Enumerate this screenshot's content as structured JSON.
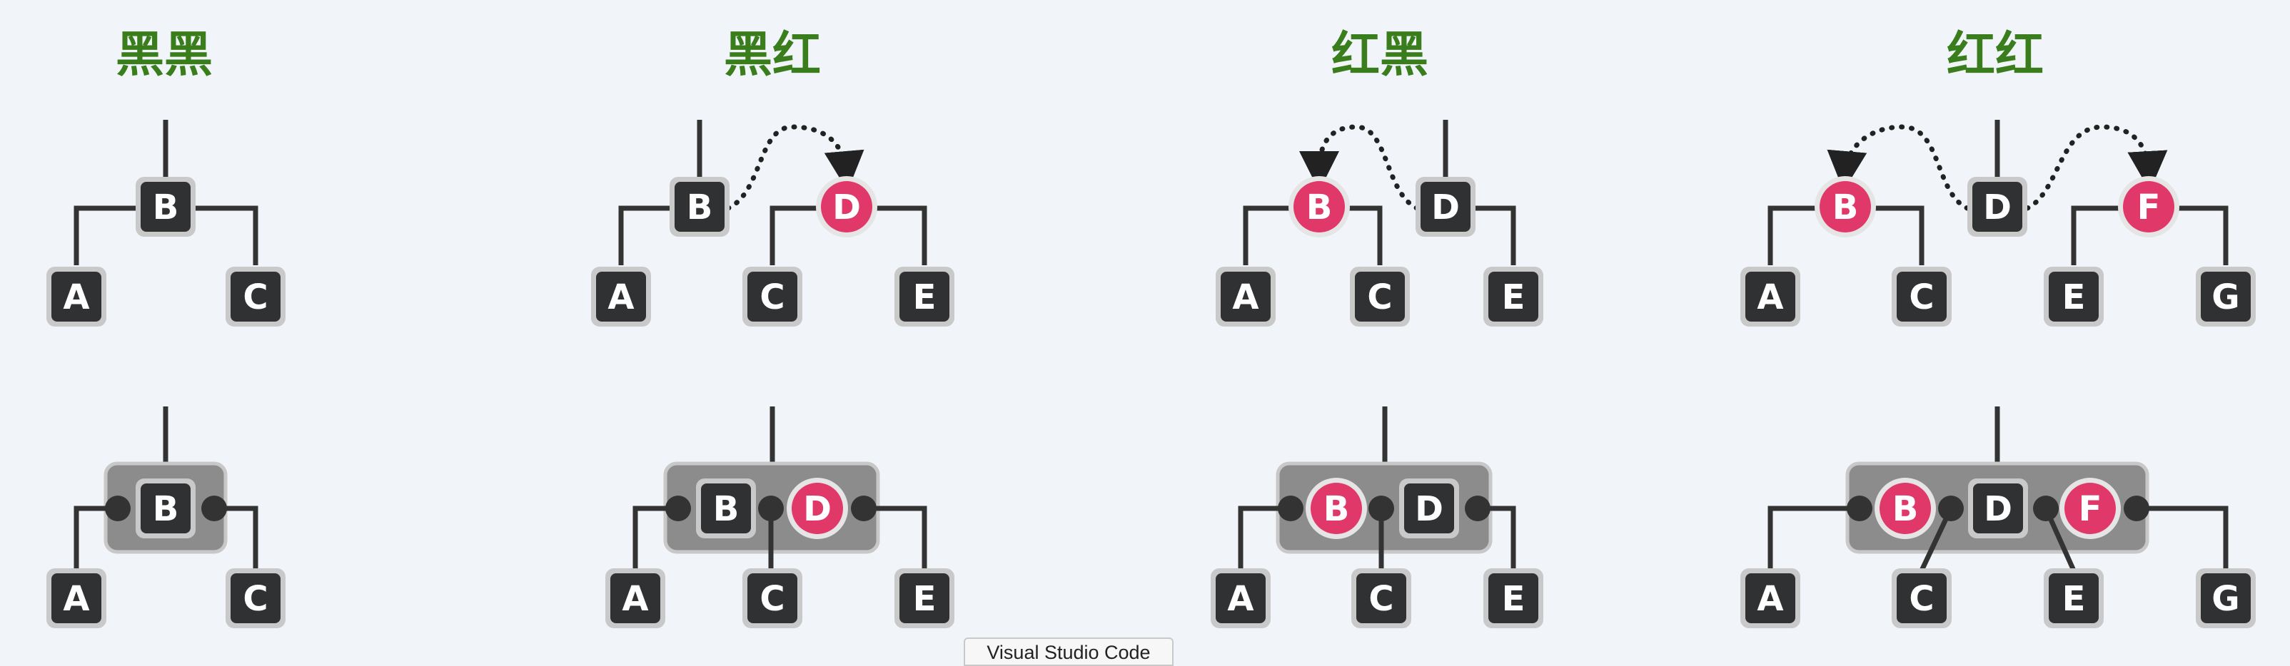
{
  "titles": [
    "黑黑",
    "黑红",
    "红黑",
    "红红"
  ],
  "tooltip": "Visual Studio Code",
  "colors": {
    "title": "#3a7d1c",
    "black_node": "#2f3133",
    "red_node": "#e1386a",
    "group": "#8c8c8c"
  },
  "panels": [
    {
      "title_index": 0,
      "tree": {
        "nodes": [
          {
            "label": "B",
            "color": "black"
          },
          {
            "label": "A",
            "color": "black"
          },
          {
            "label": "C",
            "color": "black"
          }
        ],
        "arrows": []
      },
      "btree": {
        "keys": [
          {
            "label": "B",
            "color": "black"
          }
        ],
        "children": [
          "A",
          "C"
        ]
      }
    },
    {
      "title_index": 1,
      "tree": {
        "nodes": [
          {
            "label": "B",
            "color": "black"
          },
          {
            "label": "D",
            "color": "red"
          },
          {
            "label": "A",
            "color": "black"
          },
          {
            "label": "C",
            "color": "black"
          },
          {
            "label": "E",
            "color": "black"
          }
        ],
        "arrows": [
          {
            "from": "B",
            "to": "D"
          }
        ]
      },
      "btree": {
        "keys": [
          {
            "label": "B",
            "color": "black"
          },
          {
            "label": "D",
            "color": "red"
          }
        ],
        "children": [
          "A",
          "C",
          "E"
        ]
      }
    },
    {
      "title_index": 2,
      "tree": {
        "nodes": [
          {
            "label": "B",
            "color": "red"
          },
          {
            "label": "D",
            "color": "black"
          },
          {
            "label": "A",
            "color": "black"
          },
          {
            "label": "C",
            "color": "black"
          },
          {
            "label": "E",
            "color": "black"
          }
        ],
        "arrows": [
          {
            "from": "D",
            "to": "B"
          }
        ]
      },
      "btree": {
        "keys": [
          {
            "label": "B",
            "color": "red"
          },
          {
            "label": "D",
            "color": "black"
          }
        ],
        "children": [
          "A",
          "C",
          "E"
        ]
      }
    },
    {
      "title_index": 3,
      "tree": {
        "nodes": [
          {
            "label": "B",
            "color": "red"
          },
          {
            "label": "D",
            "color": "black"
          },
          {
            "label": "F",
            "color": "red"
          },
          {
            "label": "A",
            "color": "black"
          },
          {
            "label": "C",
            "color": "black"
          },
          {
            "label": "E",
            "color": "black"
          },
          {
            "label": "G",
            "color": "black"
          }
        ],
        "arrows": [
          {
            "from": "D",
            "to": "B"
          },
          {
            "from": "D",
            "to": "F"
          }
        ]
      },
      "btree": {
        "keys": [
          {
            "label": "B",
            "color": "red"
          },
          {
            "label": "D",
            "color": "black"
          },
          {
            "label": "F",
            "color": "red"
          }
        ],
        "children": [
          "A",
          "C",
          "E",
          "G"
        ]
      }
    }
  ]
}
